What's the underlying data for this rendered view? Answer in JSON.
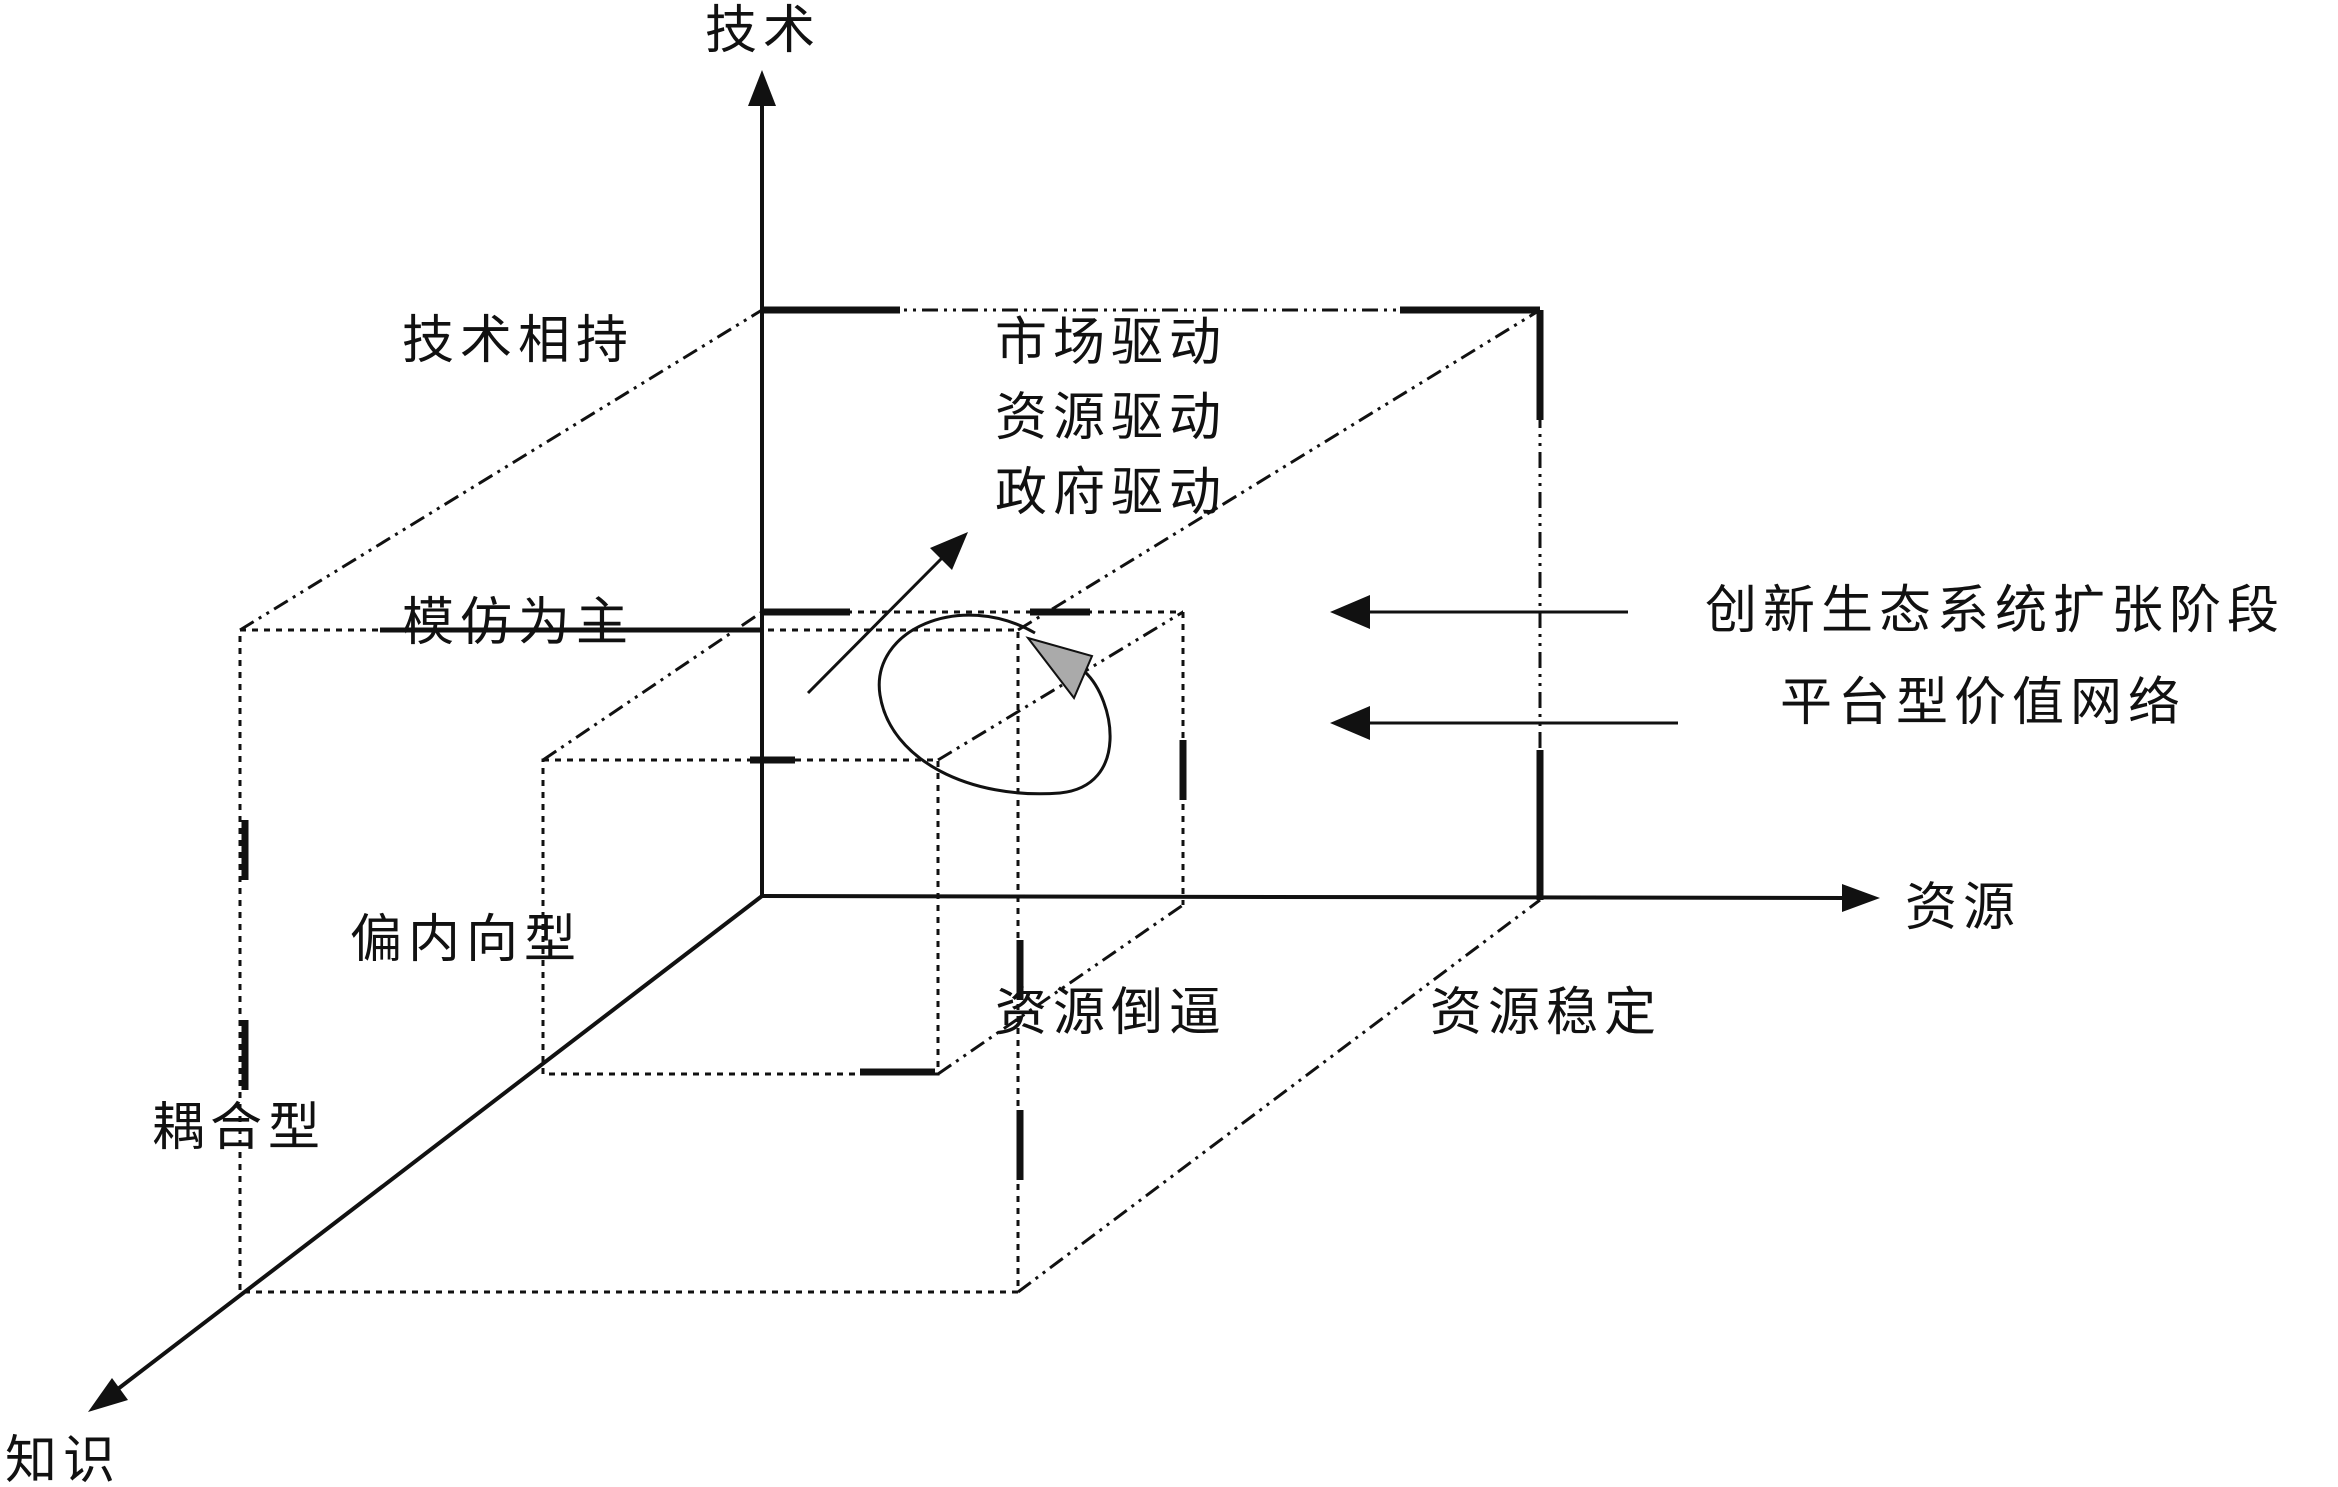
{
  "axes": {
    "technology": "技术",
    "resource": "资源",
    "knowledge": "知识"
  },
  "labels": {
    "tech_support": "技术相持",
    "imitation_main": "模仿为主",
    "inward_type": "偏内向型",
    "coupling_type": "耦合型",
    "resource_forced": "资源倒逼",
    "resource_stable": "资源稳定",
    "drivers": [
      "市场驱动",
      "资源驱动",
      "政府驱动"
    ]
  },
  "legend": {
    "expansion_stage": "创新生态系统扩张阶段",
    "platform_network": "平台型价值网络"
  }
}
